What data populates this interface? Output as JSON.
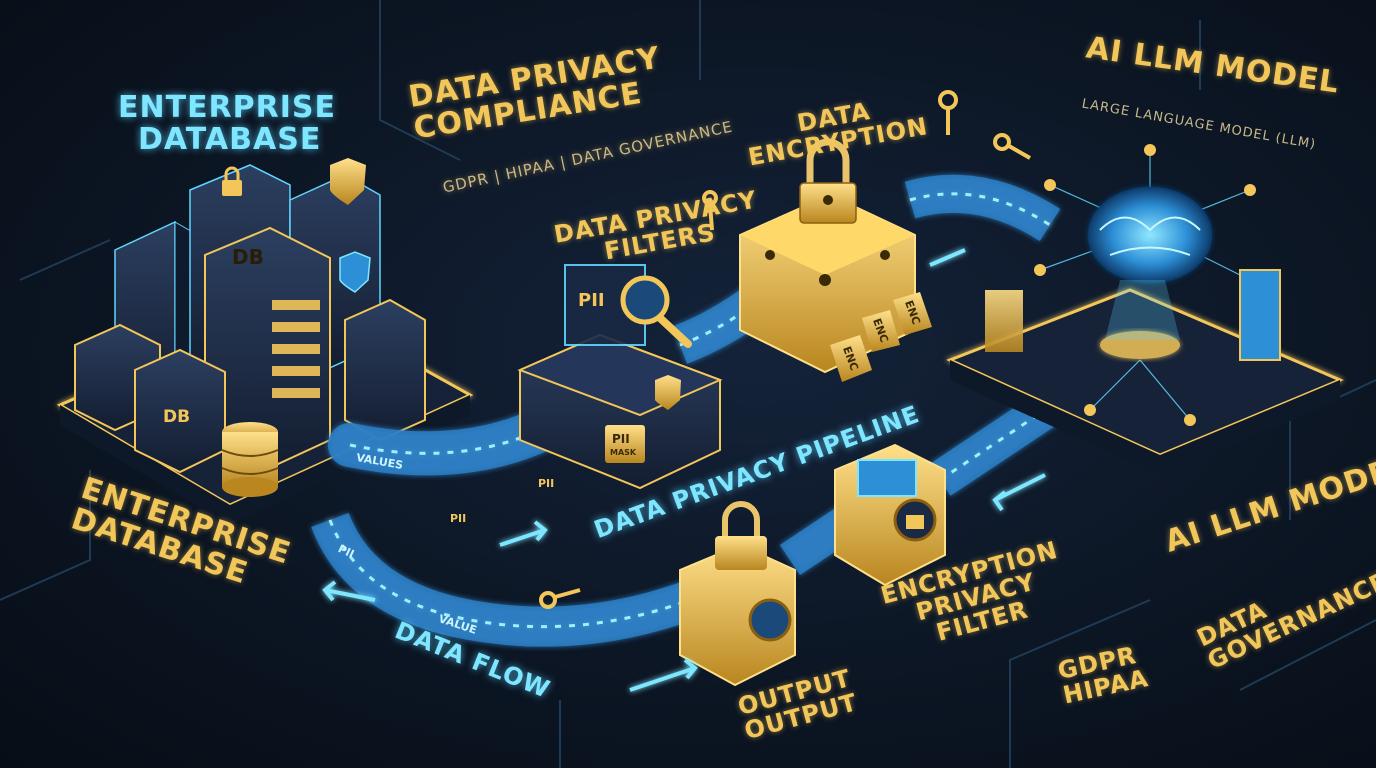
{
  "labels": {
    "enterprise_db_top": [
      "ENTERPRISE",
      "DATABASE"
    ],
    "enterprise_db_bottom": [
      "ENTERPRISE",
      "DATABASE"
    ],
    "compliance_title": [
      "DATA PRIVACY",
      "COMPLIANCE"
    ],
    "compliance_subtitle": "GDPR | HIPAA | DATA GOVERNANCE",
    "privacy_filters": [
      "DATA PRIVACY",
      "FILTERS"
    ],
    "data_encryption": [
      "DATA",
      "ENCRYPTION"
    ],
    "ai_llm_title": "AI LLM MODEL",
    "ai_llm_subtitle": "LARGE LANGUAGE MODEL (LLM)",
    "ai_llm_bottom": "AI LLM MODEL",
    "pipeline": "DATA PRIVACY PIPELINE",
    "data_flow": "DATA FLOW",
    "output": [
      "OUTPUT",
      "OUTPUT"
    ],
    "encryption_filter": [
      "ENCRYPTION",
      "PRIVACY",
      "FILTER"
    ],
    "gdpr_hipaa": [
      "GDPR",
      "HIPAA"
    ],
    "data_governance": [
      "DATA",
      "GOVERNANCE"
    ]
  },
  "tags": {
    "db_big": "DB",
    "db_small": "DB",
    "pii_screen": "PII",
    "pii_mask": "PII",
    "mask": "MASK",
    "enc_1": "ENC",
    "enc_2": "ENC",
    "enc_3": "ENC",
    "pipe_values": "VALUES",
    "pipe_pii_1": "PII",
    "pipe_pii_2": "PII",
    "pipe_pii_3": "PII",
    "pipe_value": "VALUE"
  },
  "icons": [
    "database-icon",
    "lock-icon",
    "shield-icon",
    "key-icon",
    "magnifier-icon",
    "brain-icon",
    "arrow-icon"
  ],
  "colors": {
    "gold": "#f3c65a",
    "cyan": "#5fd6ff",
    "navy": "#1b2a44"
  }
}
